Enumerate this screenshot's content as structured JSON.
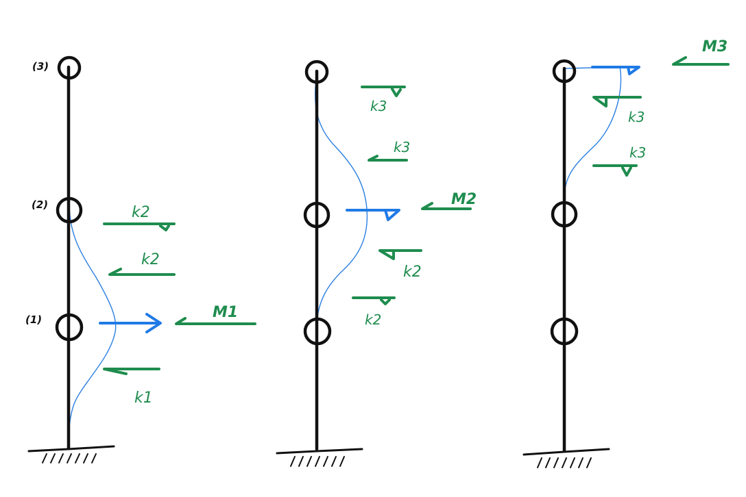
{
  "node_labels": {
    "n1": "(1)",
    "n2": "(2)",
    "n3": "(3)"
  },
  "panel1": {
    "k2_top": "k2",
    "k2_bottom": "k2",
    "m1": "M1",
    "k1": "k1"
  },
  "panel2": {
    "k3_top": "k3",
    "k3_bottom": "k3",
    "m2": "M2",
    "k2_top": "k2",
    "k2_bottom": "k2"
  },
  "panel3": {
    "m3": "M3",
    "k3_top": "k3",
    "k3_bottom": "k3"
  },
  "colors": {
    "structure": "#111111",
    "mode_shape": "#2a7fe0",
    "force": "#1e8c4e",
    "inertia_arrow": "#1f7ae6"
  }
}
